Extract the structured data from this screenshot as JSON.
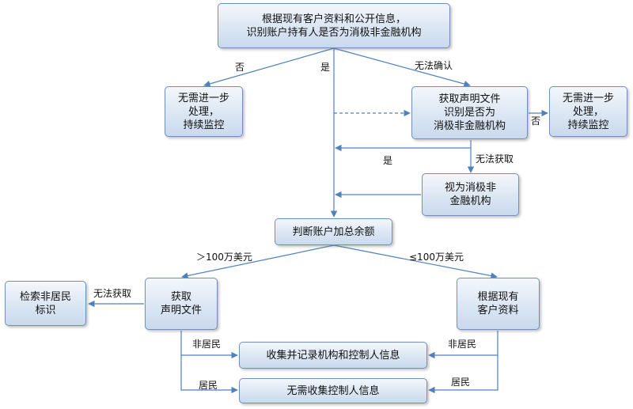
{
  "nodes": {
    "root": "根据现有客户资料和公开信息，\n识别账户持有人是否为消极非金融机构",
    "no_further_left": "无需进一步\n处理，\n持续监控",
    "obtain_statement": "获取声明文件\n识别是否为\n消极非金融机构",
    "no_further_right": "无需进一步\n处理，\n持续监控",
    "treat_as_passive": "视为消极非\n金融机构",
    "judge_balance": "判断账户加总余额",
    "search_nonresident": "检索非居民\n标识",
    "obtain_statement_2": "获取\n声明文件",
    "existing_data": "根据现有\n客户资料",
    "collect_info": "收集并记录机构和控制人信息",
    "no_collect": "无需收集控制人信息"
  },
  "edge_labels": {
    "no": "否",
    "yes": "是",
    "cannot_confirm": "无法确认",
    "no_right": "否",
    "cannot_obtain": "无法获取",
    "yes_back": "是",
    "over_1m": "＞100万美元",
    "under_1m": "≤100万美元",
    "cannot_obtain_2": "无法获取",
    "nonresident_left": "非居民",
    "nonresident_right": "非居民",
    "resident_left": "居民",
    "resident_right": "居民"
  },
  "colors": {
    "line": "#4f81bd",
    "border": "#6f8fbf"
  }
}
